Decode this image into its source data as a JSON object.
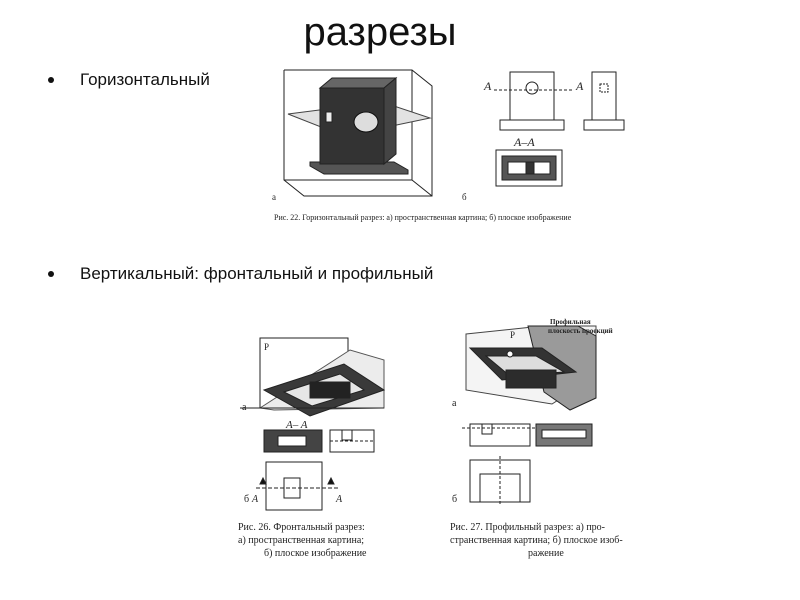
{
  "slide": {
    "title": "разрезы",
    "bullets": [
      "Горизонтальный",
      "Вертикальный: фронтальный и профильный"
    ]
  },
  "fig22": {
    "label_a": "а",
    "label_b": "б",
    "section_left": "A",
    "section_right": "A",
    "section_title": "A–A",
    "caption": "Рис. 22. Горизонтальный разрез: а) пространственная картина; б) плоское изображение"
  },
  "fig26": {
    "label_p": "P",
    "label_a": "а",
    "section_title": "A– A",
    "label_b": "б",
    "arrow_left": "A",
    "arrow_right": "A",
    "caption_lines": [
      "Рис.   26. Фронтальный  разрез:",
      "а) пространственная  картина;",
      "б) плоское изображение"
    ]
  },
  "fig27": {
    "label_p": "P",
    "plane_label_1": "Профильная",
    "plane_label_2": "плоскость проекций",
    "label_a": "а",
    "label_b": "б",
    "caption_lines": [
      "Рис.  27.  Профильный  разрез: а) про-",
      "странственная картина; б) плоское изоб-",
      "ражение"
    ]
  }
}
